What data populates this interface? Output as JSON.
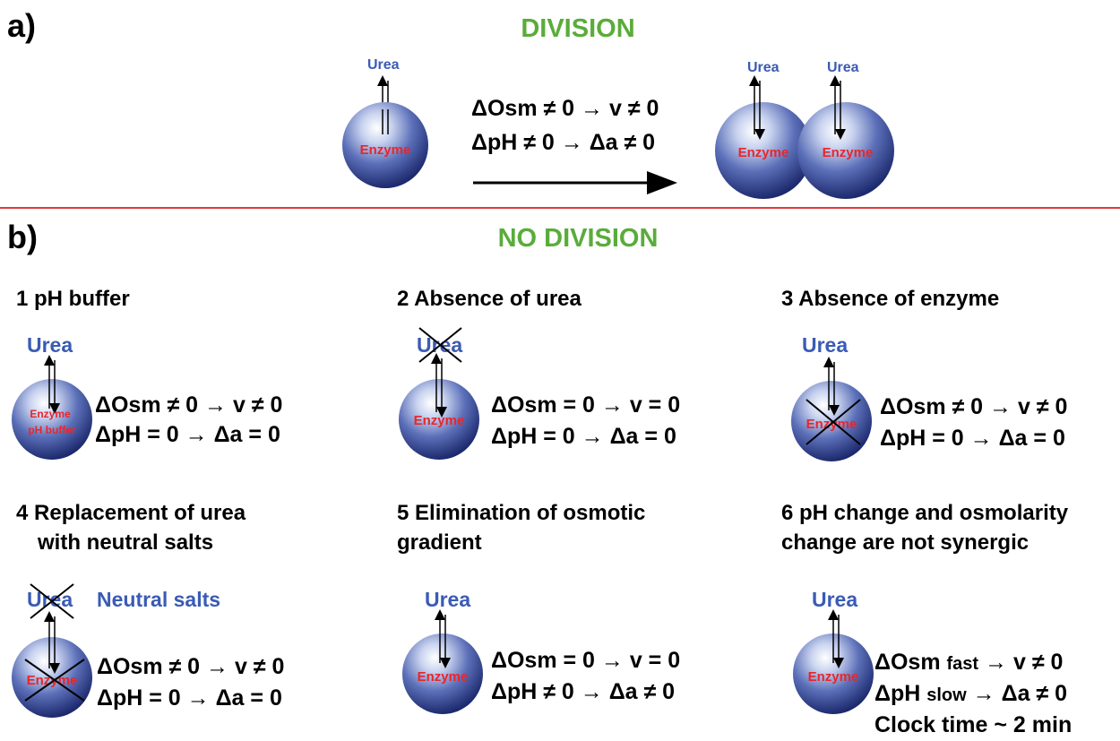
{
  "panel_a": {
    "label": "a)",
    "title": "DIVISION",
    "urea_label": "Urea",
    "enzyme_label": "Enzyme",
    "eq1": "ΔOsm ≠ 0 → v ≠ 0",
    "eq2": "ΔpH ≠ 0 → Δa ≠ 0"
  },
  "panel_b": {
    "label": "b)",
    "title": "NO DIVISION",
    "cases": [
      {
        "title": "1 pH buffer",
        "urea": "Urea",
        "enzyme": "Enzyme",
        "enzyme2": "pH buffer",
        "eq1": "ΔOsm ≠ 0 → v ≠ 0",
        "eq2": "ΔpH = 0 → Δa = 0"
      },
      {
        "title": "2 Absence of urea",
        "urea": "Urea",
        "enzyme": "Enzyme",
        "eq1": "ΔOsm = 0 → v = 0",
        "eq2": "ΔpH = 0 → Δa = 0"
      },
      {
        "title": "3 Absence of enzyme",
        "urea": "Urea",
        "enzyme": "Enzyme",
        "eq1": "ΔOsm ≠ 0 → v ≠ 0",
        "eq2": "ΔpH = 0 → Δa = 0"
      },
      {
        "title_l1": "4 Replacement of urea",
        "title_l2": "with neutral salts",
        "urea": "Urea",
        "neutral": "Neutral salts",
        "enzyme": "Enzyme",
        "eq1": "ΔOsm ≠ 0 → v ≠ 0",
        "eq2": "ΔpH = 0 → Δa = 0"
      },
      {
        "title_l1": "5 Elimination of osmotic",
        "title_l2": "gradient",
        "urea": "Urea",
        "enzyme": "Enzyme",
        "eq1": "ΔOsm = 0 → v = 0",
        "eq2": "ΔpH ≠ 0 → Δa ≠ 0"
      },
      {
        "title_l1": "6 pH change and osmolarity",
        "title_l2": "change are not synergic",
        "urea": "Urea",
        "enzyme": "Enzyme",
        "eq1_a": "ΔOsm",
        "eq1_b": "fast",
        "eq1_c": "→ v ≠ 0",
        "eq2_a": "ΔpH",
        "eq2_b": "slow",
        "eq2_c": " → Δa ≠ 0",
        "eq3": "Clock time ~ 2 min"
      }
    ]
  },
  "colors": {
    "title_green": "#5aac3a",
    "urea_blue": "#3a5bb5",
    "enzyme_red": "#e8262c",
    "divider_red": "#e0393e"
  }
}
